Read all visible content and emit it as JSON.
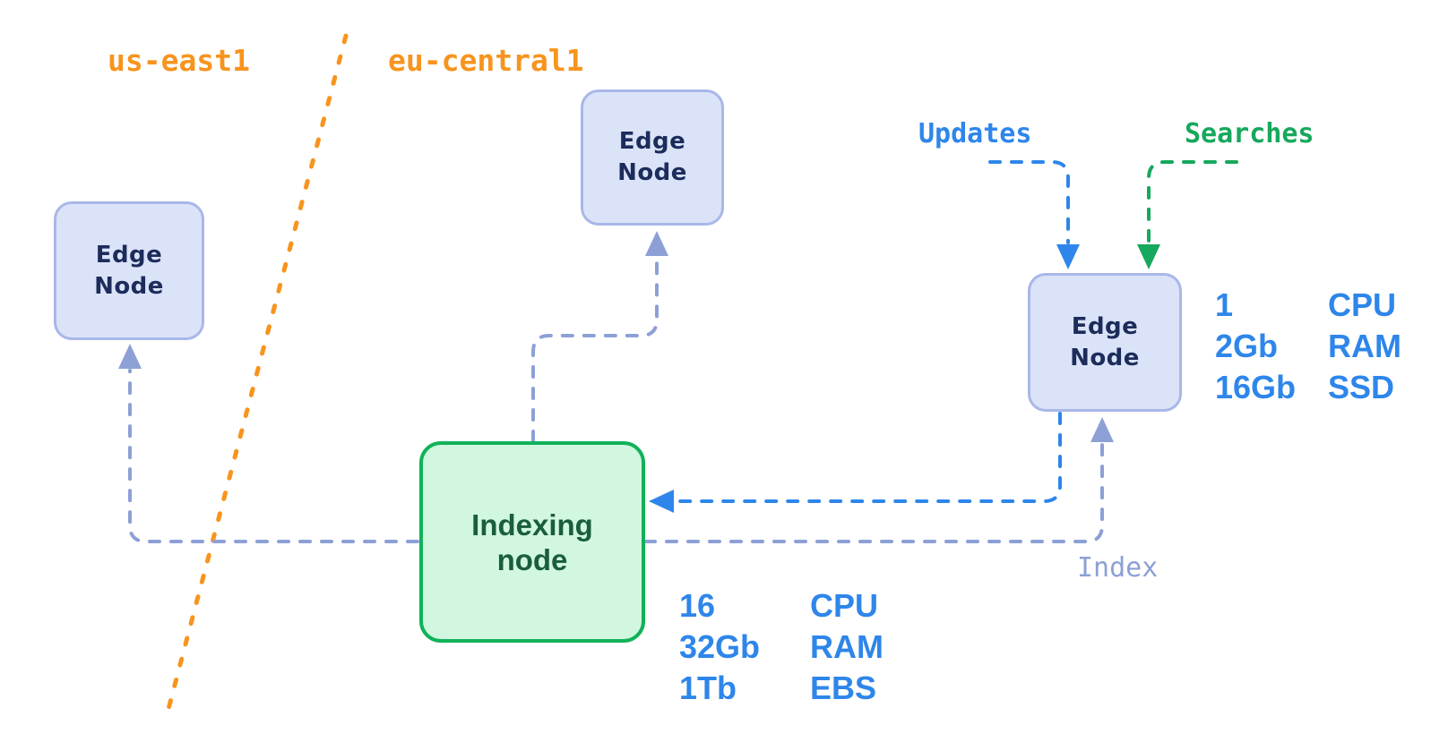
{
  "diagram": {
    "regions": {
      "left": "us-east1",
      "right": "eu-central1"
    },
    "flows": {
      "updates": "Updates",
      "searches": "Searches",
      "index": "Index"
    },
    "nodes": {
      "edge_left": {
        "line1": "Edge",
        "line2": "Node"
      },
      "edge_top": {
        "line1": "Edge",
        "line2": "Node"
      },
      "edge_right": {
        "line1": "Edge",
        "line2": "Node"
      },
      "indexing": {
        "line1": "Indexing",
        "line2": "node"
      }
    },
    "specs": {
      "edge_right": {
        "rows": [
          {
            "value": "1",
            "unit": "CPU"
          },
          {
            "value": "2Gb",
            "unit": "RAM"
          },
          {
            "value": "16Gb",
            "unit": "SSD"
          }
        ]
      },
      "indexing": {
        "rows": [
          {
            "value": "16",
            "unit": "CPU"
          },
          {
            "value": "32Gb",
            "unit": "RAM"
          },
          {
            "value": "1Tb",
            "unit": "EBS"
          }
        ]
      }
    },
    "colors": {
      "updates_blue": "#2E86EA",
      "searches_green": "#16A85C",
      "index_lavender": "#8DA0D6",
      "region_orange": "#F7941E",
      "node_fill": "#DBE3F8",
      "node_border": "#A9B7E8",
      "node_text": "#1C2C5B",
      "indexing_fill": "#D2F7E0",
      "indexing_border": "#10B259",
      "indexing_text": "#1A5E3C",
      "spec_text_blue": "#2E86EA"
    }
  }
}
